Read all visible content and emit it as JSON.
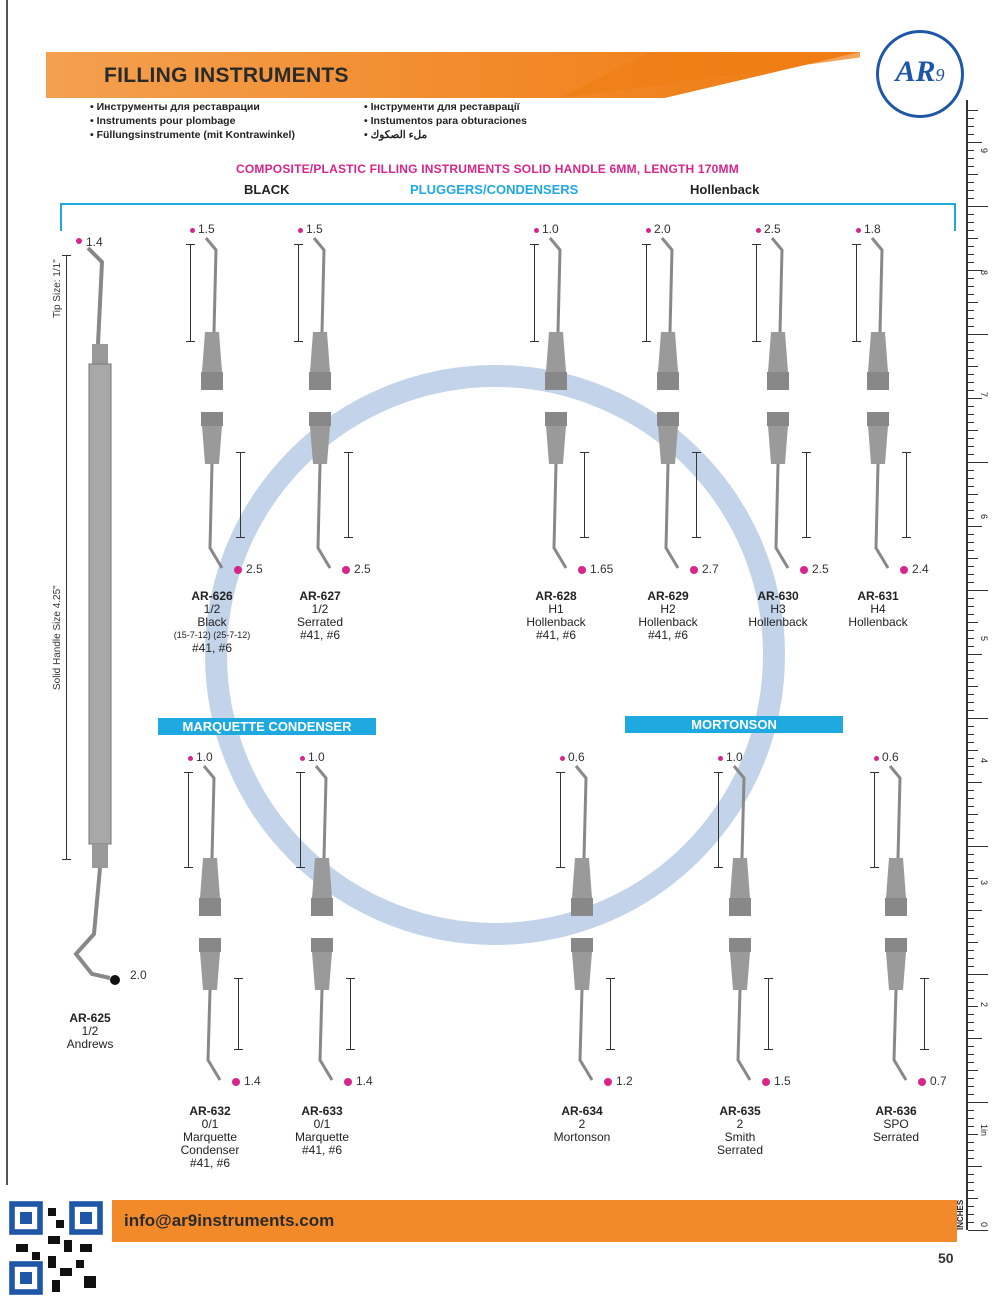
{
  "header": {
    "title": "FILLING INSTRUMENTS",
    "logo_main": "AR",
    "logo_sub": "9"
  },
  "languages_left": [
    "Инструменты для реставрации",
    "Instruments pour plombage",
    "Füllungsinstrumente (mit Kontrawinkel)"
  ],
  "languages_right": [
    "Інструменти для реставрації",
    "Instumentos para obturaciones",
    "ملء الصكوك"
  ],
  "subtitle": "COMPOSITE/PLASTIC FILLING INSTRUMENTS SOLID HANDLE 6MM, LENGTH 170MM",
  "categories": {
    "black": "BLACK",
    "pluggers": "PLUGGERS/CONDENSERS",
    "hollenback": "Hollenback"
  },
  "sections": {
    "marquette": "MARQUETTE CONDENSER",
    "mortonson": "MORTONSON"
  },
  "ar625": {
    "code": "AR-625",
    "size": "1/2",
    "name": "Andrews",
    "tip_top": "1.4",
    "tip_bottom": "2.0",
    "tip_label": "Tip Size: 1/1\"",
    "handle_label": "Solid Handle Size 4.25\""
  },
  "instruments_row1": [
    {
      "code": "AR-626",
      "size": "1/2",
      "name": "Black",
      "extra": "(15-7-12) (25-7-12)",
      "ref": "#41, #6",
      "top": "1.5",
      "bottom": "2.5"
    },
    {
      "code": "AR-627",
      "size": "1/2",
      "name": "Serrated",
      "extra": "",
      "ref": "#41, #6",
      "top": "1.5",
      "bottom": "2.5"
    },
    {
      "code": "AR-628",
      "size": "H1",
      "name": "Hollenback",
      "extra": "",
      "ref": "#41, #6",
      "top": "1.0",
      "bottom": "1.65"
    },
    {
      "code": "AR-629",
      "size": "H2",
      "name": "Hollenback",
      "extra": "",
      "ref": "#41, #6",
      "top": "2.0",
      "bottom": "2.7"
    },
    {
      "code": "AR-630",
      "size": "H3",
      "name": "Hollenback",
      "extra": "",
      "ref": "",
      "top": "2.5",
      "bottom": "2.5"
    },
    {
      "code": "AR-631",
      "size": "H4",
      "name": "Hollenback",
      "extra": "",
      "ref": "",
      "top": "1.8",
      "bottom": "2.4"
    }
  ],
  "instruments_row2": [
    {
      "code": "AR-632",
      "size": "0/1",
      "name": "Marquette",
      "name2": "Condenser",
      "ref": "#41, #6",
      "top": "1.0",
      "bottom": "1.4"
    },
    {
      "code": "AR-633",
      "size": "0/1",
      "name": "Marquette",
      "name2": "",
      "ref": "#41, #6",
      "top": "1.0",
      "bottom": "1.4"
    },
    {
      "code": "AR-634",
      "size": "2",
      "name": "Mortonson",
      "name2": "",
      "ref": "",
      "top": "0.6",
      "bottom": "1.2"
    },
    {
      "code": "AR-635",
      "size": "2",
      "name": "Smith",
      "name2": "Serrated",
      "ref": "",
      "top": "1.0",
      "bottom": "1.5"
    },
    {
      "code": "AR-636",
      "size": "SPO",
      "name": "Serrated",
      "name2": "",
      "ref": "",
      "top": "0.6",
      "bottom": "0.7"
    }
  ],
  "ruler": {
    "numbers": [
      "9",
      "8",
      "7",
      "6",
      "5",
      "4",
      "3",
      "2",
      "1in"
    ],
    "unit": "INCHES",
    "zero": "0"
  },
  "footer": {
    "email": "info@ar9instruments.com",
    "page": "50"
  },
  "colors": {
    "accent_orange": "#f28a2a",
    "accent_blue": "#1ea9e0",
    "accent_magenta": "#d7258c",
    "logo_blue": "#1f57a8"
  }
}
